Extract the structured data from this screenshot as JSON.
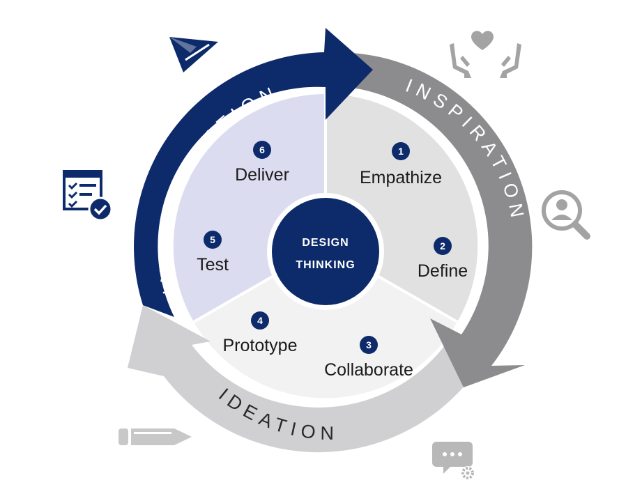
{
  "center": {
    "line1": "DESIGN",
    "line2": "THINKING"
  },
  "phases": {
    "implementation": {
      "label": "IMPLEMENTATION"
    },
    "inspiration": {
      "label": "INSPIRATION"
    },
    "ideation": {
      "label": "IDEATION"
    }
  },
  "steps": [
    {
      "number": "1",
      "label": "Empathize"
    },
    {
      "number": "2",
      "label": "Define"
    },
    {
      "number": "3",
      "label": "Collaborate"
    },
    {
      "number": "4",
      "label": "Prototype"
    },
    {
      "number": "5",
      "label": "Test"
    },
    {
      "number": "6",
      "label": "Deliver"
    }
  ],
  "colors": {
    "navy": "#0d2a6b",
    "gray_dark": "#8c8c8f",
    "gray_light": "#d0d0d2",
    "seg_implementation": "#dcdcf0",
    "seg_inspiration": "#e1e1e1",
    "seg_ideation": "#f2f2f2",
    "icon_gray": "#a3a3a3"
  },
  "icons": [
    "paper-plane-icon",
    "hands-heart-icon",
    "search-person-icon",
    "checklist-icon",
    "pencil-icon",
    "chat-gear-icon"
  ]
}
